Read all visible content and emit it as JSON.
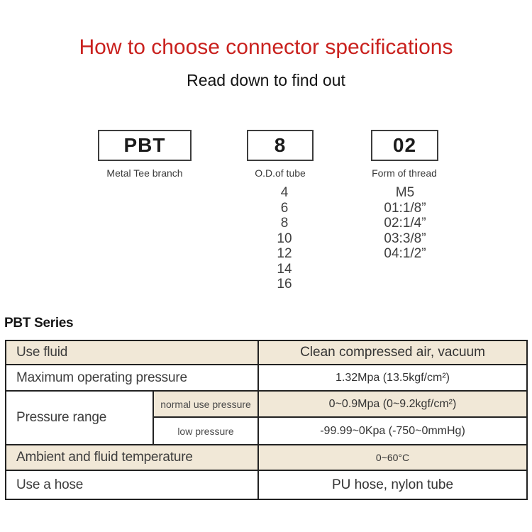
{
  "header": {
    "title": "How to choose connector specifications",
    "subtitle": "Read down to find out"
  },
  "selector": {
    "boxes": [
      {
        "code": "PBT",
        "label": "Metal Tee branch",
        "options": []
      },
      {
        "code": "8",
        "label": "O.D.of tube",
        "options": [
          "4",
          "6",
          "8",
          "10",
          "12",
          "14",
          "16"
        ]
      },
      {
        "code": "02",
        "label": "Form of thread",
        "options": [
          "M5",
          "01:1/8”",
          "02:1/4”",
          "03:3/8”",
          "04:1/2”"
        ]
      }
    ]
  },
  "series": {
    "heading": "PBT Series",
    "table": {
      "rows": [
        {
          "label": "Use fluid",
          "value": "Clean compressed air, vacuum"
        },
        {
          "label": "Maximum operating pressure",
          "value": "1.32Mpa (13.5kgf/cm²)"
        },
        {
          "label": "Pressure range",
          "sub": [
            {
              "label": "normal use pressure",
              "value": "0~0.9Mpa (0~9.2kgf/cm²)"
            },
            {
              "label": "low pressure",
              "value": "-99.99~0Kpa (-750~0mmHg)"
            }
          ]
        },
        {
          "label": "Ambient and fluid temperature",
          "value": "0~60°C"
        },
        {
          "label": "Use a hose",
          "value": "PU hose, nylon tube"
        }
      ]
    }
  },
  "colors": {
    "accent_red": "#c9211e",
    "row_tint": "#f1e8d7",
    "table_border": "#222222"
  }
}
